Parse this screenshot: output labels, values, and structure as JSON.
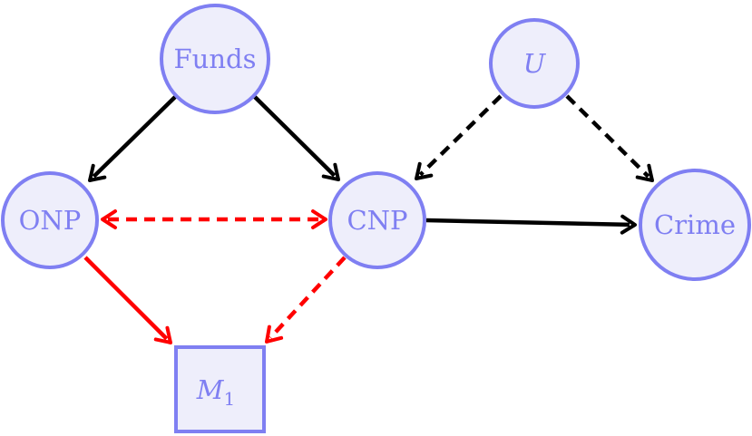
{
  "colors": {
    "node_fill": "#EEEEFB",
    "node_stroke": "#7F7FF2",
    "label": "#7F7FF2",
    "edge_black": "#000000",
    "edge_red": "#FF0000"
  },
  "nodes": {
    "funds": {
      "label": "Funds",
      "shape": "circle"
    },
    "u": {
      "label": "U",
      "shape": "circle"
    },
    "onp": {
      "label": "ONP",
      "shape": "circle"
    },
    "cnp": {
      "label": "CNP",
      "shape": "circle"
    },
    "crime": {
      "label": "Crime",
      "shape": "circle"
    },
    "m1": {
      "label": "M",
      "subscript": "1",
      "shape": "square"
    }
  },
  "edges": [
    {
      "id": "funds-onp",
      "from": "funds",
      "to": "onp",
      "style": "solid",
      "color": "black",
      "direction": "forward"
    },
    {
      "id": "funds-cnp",
      "from": "funds",
      "to": "cnp",
      "style": "solid",
      "color": "black",
      "direction": "forward"
    },
    {
      "id": "u-cnp",
      "from": "u",
      "to": "cnp",
      "style": "dashed",
      "color": "black",
      "direction": "forward"
    },
    {
      "id": "u-crime",
      "from": "u",
      "to": "crime",
      "style": "dashed",
      "color": "black",
      "direction": "forward"
    },
    {
      "id": "cnp-crime",
      "from": "cnp",
      "to": "crime",
      "style": "solid",
      "color": "black",
      "direction": "forward"
    },
    {
      "id": "onp-cnp",
      "from": "onp",
      "to": "cnp",
      "style": "dashed",
      "color": "red",
      "direction": "both"
    },
    {
      "id": "onp-m1",
      "from": "onp",
      "to": "m1",
      "style": "solid",
      "color": "red",
      "direction": "forward"
    },
    {
      "id": "cnp-m1",
      "from": "cnp",
      "to": "m1",
      "style": "dashed",
      "color": "red",
      "direction": "forward"
    }
  ]
}
